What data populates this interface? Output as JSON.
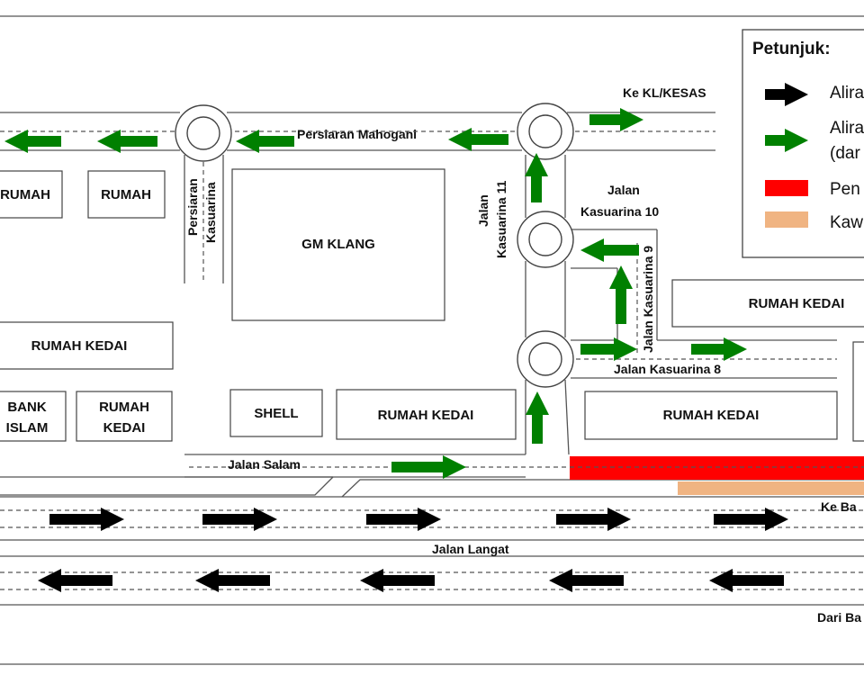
{
  "colors": {
    "traffic_flow": "#000000",
    "alt_flow": "#008000",
    "closure": "#ff0000",
    "area": "#f0b482"
  },
  "legend": {
    "title": "Petunjuk:",
    "items": [
      {
        "icon": "black-arrow-icon",
        "label": "Alira"
      },
      {
        "icon": "green-arrow-icon",
        "label": "Alira",
        "label2": "(dar"
      },
      {
        "icon": "red-swatch",
        "label": "Pen"
      },
      {
        "icon": "peach-swatch",
        "label": "Kaw"
      }
    ]
  },
  "roads": {
    "mahogani": "Persiaran Mahogani",
    "ke_kl": "Ke KL/KESAS",
    "kasuarina_p1": "Persiaran",
    "kasuarina_p2": "Kasuarina",
    "k11_1": "Jalan",
    "k11_2": "Kasuarina 11",
    "k10_1": "Jalan",
    "k10_2": "Kasuarina 10",
    "k9": "Jalan Kasuarina 9",
    "k8": "Jalan Kasuarina 8",
    "salam": "Jalan Salam",
    "langat": "Jalan Langat",
    "ke_ba": "Ke Ba",
    "dari_ba": "Dari Ba"
  },
  "buildings": {
    "rumah1": "RUMAH",
    "rumah2": "RUMAH",
    "gm": "GM KLANG",
    "rk1": "RUMAH KEDAI",
    "bank1": "BANK",
    "bank2": "ISLAM",
    "rk2a": "RUMAH",
    "rk2b": "KEDAI",
    "shell": "SHELL",
    "rk3": "RUMAH KEDAI",
    "rk4": "RUMAH KEDAI",
    "rk5": "RUMAH KEDAI"
  }
}
